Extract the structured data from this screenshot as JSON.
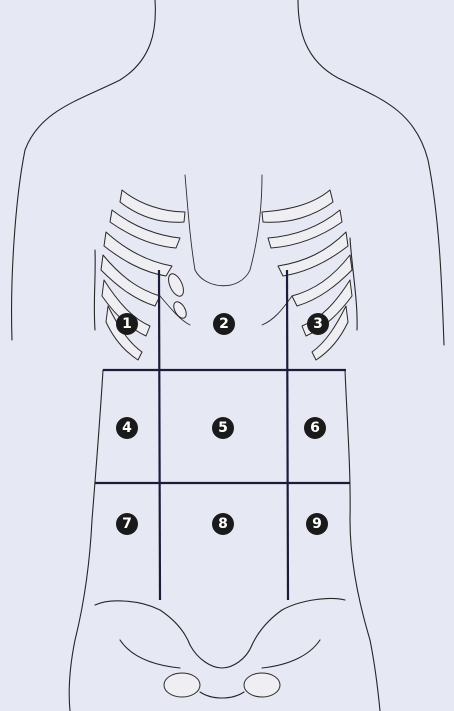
{
  "background_color": "#e6e9f4",
  "line_color": "#1c1c3a",
  "marker_color": "#1a1a1a",
  "regions": [
    {
      "id": "1",
      "label": "1"
    },
    {
      "id": "2",
      "label": "2"
    },
    {
      "id": "3",
      "label": "3"
    },
    {
      "id": "4",
      "label": "4"
    },
    {
      "id": "5",
      "label": "5"
    },
    {
      "id": "6",
      "label": "6"
    },
    {
      "id": "7",
      "label": "7"
    },
    {
      "id": "8",
      "label": "8"
    },
    {
      "id": "9",
      "label": "9"
    }
  ]
}
